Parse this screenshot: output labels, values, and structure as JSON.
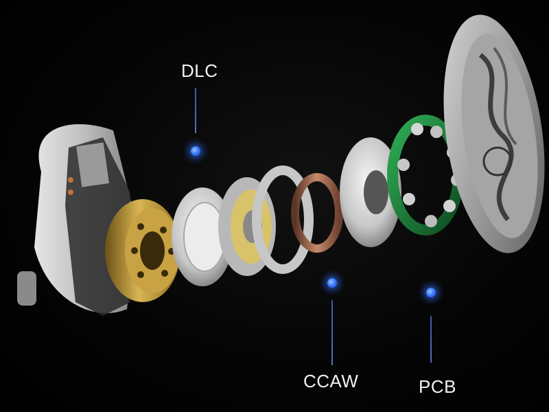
{
  "callouts": [
    {
      "label": "DLC"
    },
    {
      "label": "CCAW"
    },
    {
      "label": "PCB"
    }
  ],
  "colors": {
    "background": "#000000",
    "marker": "#3b7dff",
    "leader_line": "#4a63b0",
    "pcb_green": "#1f8a3c",
    "gold": "#b8902f",
    "copper": "#a86a4a",
    "silver": "#c9c9c9"
  },
  "parts": [
    "shell-housing",
    "gold-chamber",
    "diaphragm",
    "magnet-ring",
    "ccaw-voice-coil",
    "washer",
    "pcb-ring",
    "faceplate"
  ]
}
